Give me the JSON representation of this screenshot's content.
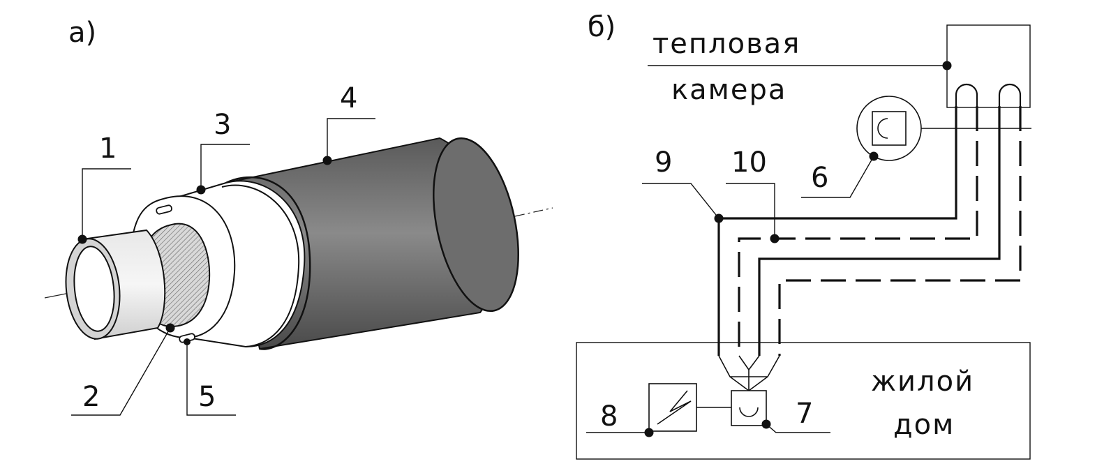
{
  "panels": {
    "a": {
      "label": "а)"
    },
    "b": {
      "label": "б)"
    }
  },
  "callouts": {
    "n1": "1",
    "n2": "2",
    "n3": "3",
    "n4": "4",
    "n5": "5",
    "n6": "6",
    "n7": "7",
    "n8": "8",
    "n9": "9",
    "n10": "10"
  },
  "boxes": {
    "heat_chamber": {
      "line1": "тепловая",
      "line2": "камера"
    },
    "house": {
      "line1": "жилой",
      "line2": "дом"
    }
  }
}
